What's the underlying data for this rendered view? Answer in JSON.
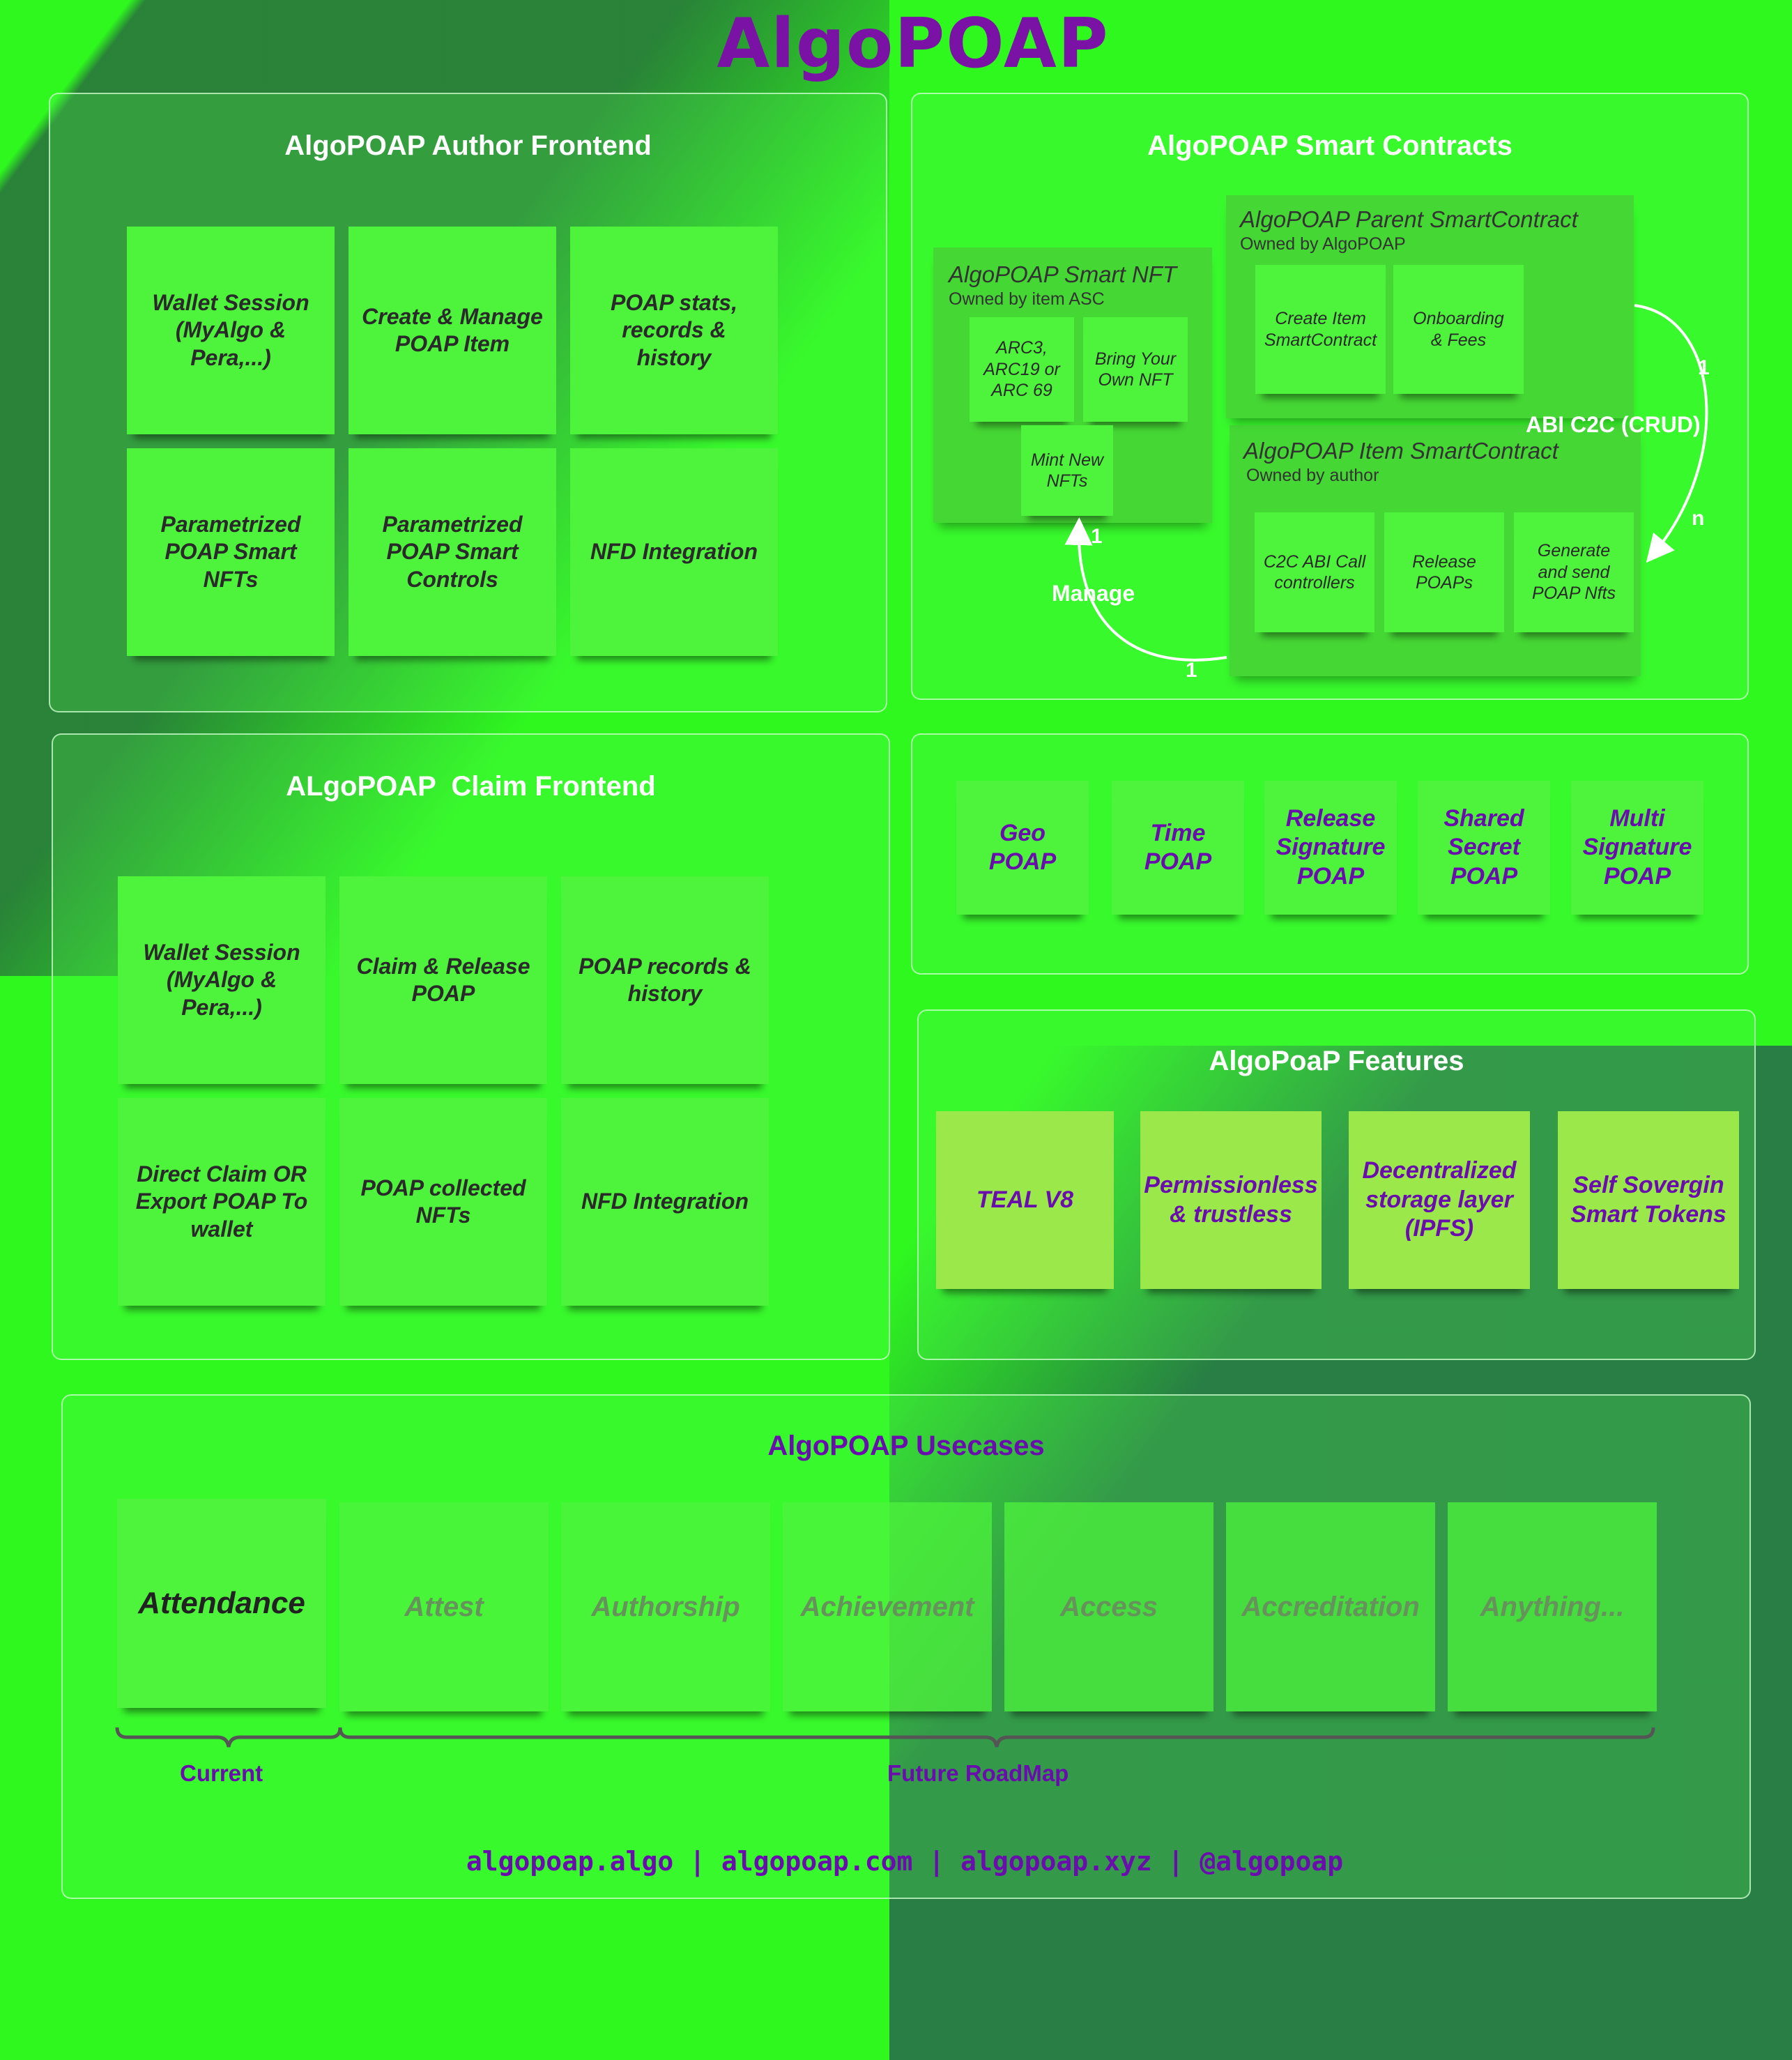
{
  "logo": "AlgoPOAP",
  "author_frontend": {
    "title": "AlgoPOAP Author Frontend",
    "notes": [
      "Wallet Session (MyAlgo & Pera,...)",
      "Create & Manage POAP Item",
      "POAP stats, records & history",
      "Parametrized POAP Smart NFTs",
      "Parametrized POAP Smart Controls",
      "NFD Integration"
    ]
  },
  "smart_contracts": {
    "title": "AlgoPOAP Smart Contracts",
    "smart_nft": {
      "title": "AlgoPOAP Smart NFT",
      "owner": "Owned by item ASC",
      "notes": [
        "ARC3, ARC19 or ARC 69",
        "Bring Your Own NFT",
        "Mint New NFTs"
      ]
    },
    "parent": {
      "title": "AlgoPOAP Parent SmartContract",
      "owner": "Owned by AlgoPOAP",
      "notes": [
        "Create Item SmartContract",
        "Onboarding & Fees"
      ]
    },
    "item": {
      "title": "AlgoPOAP Item SmartContract",
      "owner": "Owned by author",
      "notes": [
        "C2C ABI Call controllers",
        "Release POAPs",
        "Generate and send POAP Nfts"
      ]
    },
    "abi_label": "ABI C2C (CRUD)",
    "abi_one": "1",
    "abi_n": "n",
    "manage_label": "Manage",
    "manage_one_top": "1",
    "manage_one_bottom": "1"
  },
  "claim_frontend": {
    "title": "ALgoPOAP  Claim Frontend",
    "notes": [
      "Wallet Session (MyAlgo & Pera,...)",
      "Claim & Release POAP",
      "POAP records & history",
      "Direct Claim OR Export POAP To wallet",
      "POAP collected NFTs",
      "NFD Integration"
    ]
  },
  "poap_types": [
    "Geo POAP",
    "Time POAP",
    "Release Signature POAP",
    "Shared Secret POAP",
    "Multi Signature POAP"
  ],
  "features": {
    "title": "AlgoPoaP Features",
    "notes": [
      "TEAL V8",
      "Permissionless & trustless",
      "Decentralized storage layer (IPFS)",
      "Self Sovergin Smart Tokens"
    ]
  },
  "usecases": {
    "title": "AlgoPOAP Usecases",
    "notes": [
      "Attendance",
      "Attest",
      "Authorship",
      "Achievement",
      "Access",
      "Accreditation",
      "Anything..."
    ],
    "current_label": "Current",
    "future_label": "Future RoadMap"
  },
  "footer": "algopoap.algo | algopoap.com | algopoap.xyz | @algopoap",
  "colors": {
    "background": "#2ff81f",
    "note": "#4ef33c",
    "feature_note": "#9be84a",
    "purple": "#6a0dad",
    "logo": "#7a12a6"
  }
}
